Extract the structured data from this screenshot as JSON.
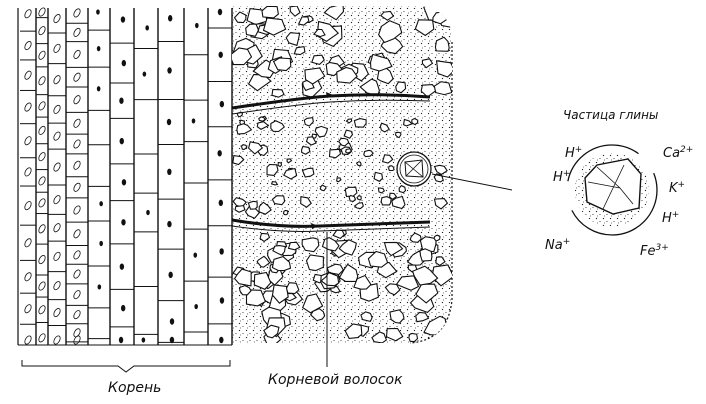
{
  "labels": {
    "root": "Корень",
    "root_hair": "Корневой волосок",
    "clay_particle": "Частица глины"
  },
  "ions": [
    {
      "base": "H",
      "sup": "+"
    },
    {
      "base": "H",
      "sup": "+"
    },
    {
      "base": "Ca",
      "sup": "2+"
    },
    {
      "base": "K",
      "sup": "+"
    },
    {
      "base": "H",
      "sup": "+"
    },
    {
      "base": "Na",
      "sup": "+"
    },
    {
      "base": "Fe",
      "sup": "3+"
    }
  ]
}
